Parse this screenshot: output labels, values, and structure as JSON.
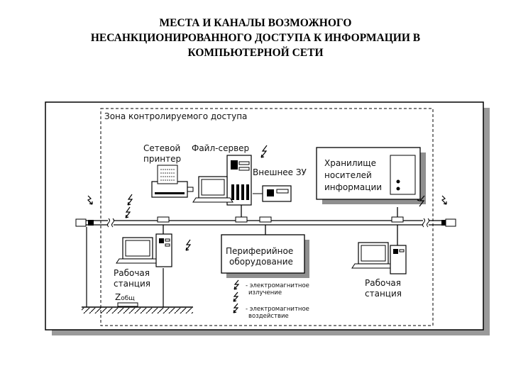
{
  "title": {
    "line1": "МЕСТА И КАНАЛЫ ВОЗМОЖНОГО",
    "line2": "НЕСАНКЦИОНИРОВАННОГО ДОСТУПА К ИНФОРМАЦИИ В",
    "line3": "КОМПЬЮТЕРНОЙ СЕТИ"
  },
  "diagram": {
    "zone_label": "Зона контролируемого доступа",
    "printer_label": [
      "Сетевой",
      "принтер"
    ],
    "file_server_label": "Файл-сервер",
    "external_storage_label": "Внешнее ЗУ",
    "storage_room_label": [
      "Хранилище",
      "носителей",
      "информации"
    ],
    "peripheral_label": [
      "Периферийное",
      "оборудование"
    ],
    "workstation_left_label": [
      "Рабочая",
      "станция"
    ],
    "workstation_right_label": [
      "Рабочая",
      "станция"
    ],
    "ground_label": "Z",
    "ground_sub": "общ",
    "legend": [
      [
        "- электромагнитное",
        "излучение"
      ],
      [
        "- электромагнитное",
        "воздействие"
      ]
    ]
  }
}
